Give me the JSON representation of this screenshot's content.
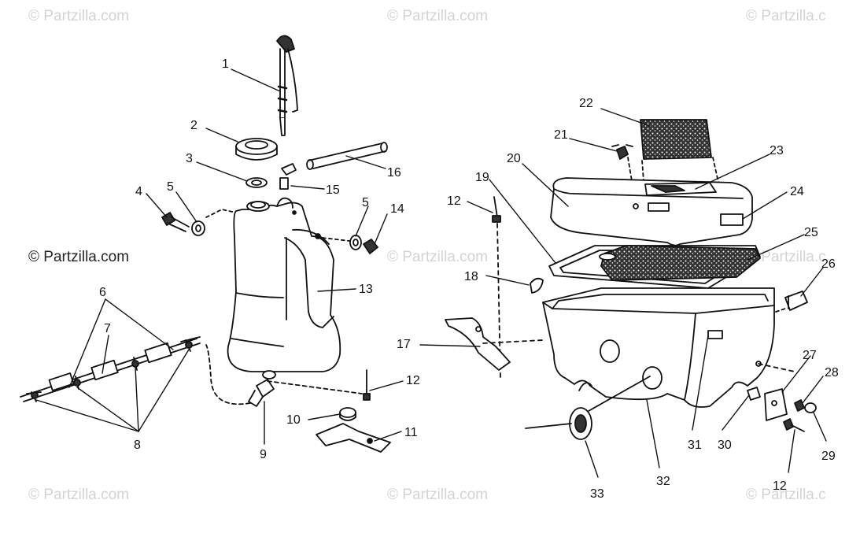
{
  "watermarks": {
    "top_left": "© Partzilla.com",
    "top_center": "© Partzilla.com",
    "top_right": "© Partzilla.c",
    "mid_left": "© Partzilla.com",
    "mid_center": "© Partzilla.com",
    "mid_right": "© Partzilla.c",
    "bottom_left": "© Partzilla.com",
    "bottom_center": "© Partzilla.com",
    "bottom_right": "© Partzilla.c"
  },
  "callouts": {
    "c1": "1",
    "c2": "2",
    "c3": "3",
    "c4": "4",
    "c5a": "5",
    "c5b": "5",
    "c6": "6",
    "c7": "7",
    "c8": "8",
    "c9": "9",
    "c10": "10",
    "c11": "11",
    "c12a": "12",
    "c12b": "12",
    "c12c": "12",
    "c13": "13",
    "c14": "14",
    "c15": "15",
    "c16": "16",
    "c17": "17",
    "c18": "18",
    "c19": "19",
    "c20": "20",
    "c21": "21",
    "c22": "22",
    "c23": "23",
    "c24": "24",
    "c25": "25",
    "c26": "26",
    "c27": "27",
    "c28": "28",
    "c29": "29",
    "c30": "30",
    "c31": "31",
    "c32": "32",
    "c33": "33"
  },
  "colors": {
    "ink": "#111111",
    "watermark": "#d3d3d3",
    "background": "#ffffff"
  }
}
